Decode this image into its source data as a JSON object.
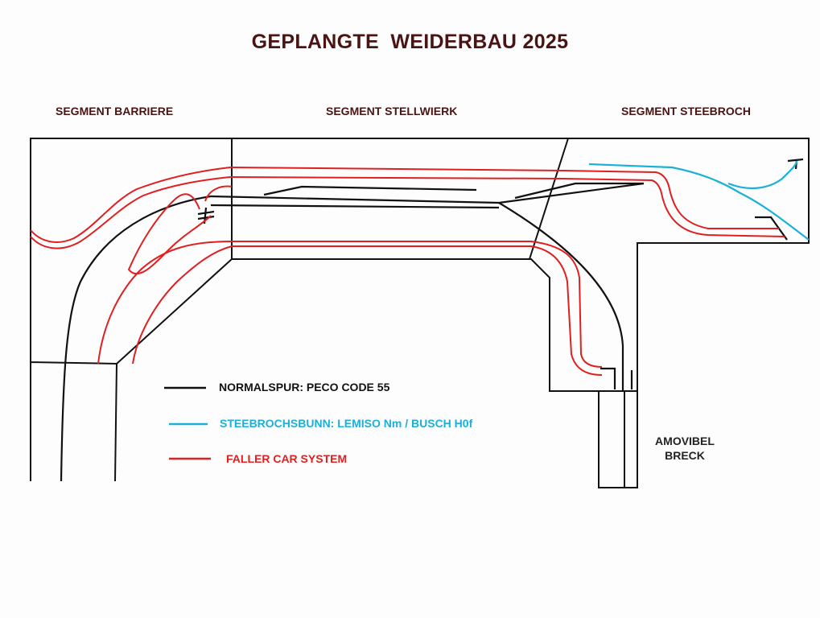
{
  "title": "GEPLANGTE  WEIDERBAU 2025",
  "segments": [
    {
      "label": "SEGMENT BARRIERE"
    },
    {
      "label": "SEGMENT STELLWIERK"
    },
    {
      "label": "SEGMENT STEEBROCH"
    }
  ],
  "removable_section": {
    "line1": "AMOVIBEL",
    "line2": "BRECK"
  },
  "legend": [
    {
      "label": "NORMALSPUR: PECO CODE 55",
      "color": "#111111"
    },
    {
      "label": "STEEBROCHSBUNN: LEMISO Nm / BUSCH H0f",
      "color": "#1ab0d8"
    },
    {
      "label": "FALLER CAR SYSTEM",
      "color": "#e02020"
    }
  ],
  "colors": {
    "title": "#4a1414",
    "frame": "#111111",
    "normal_track": "#111111",
    "narrow_track": "#1ab0d8",
    "car_system": "#e02020"
  }
}
